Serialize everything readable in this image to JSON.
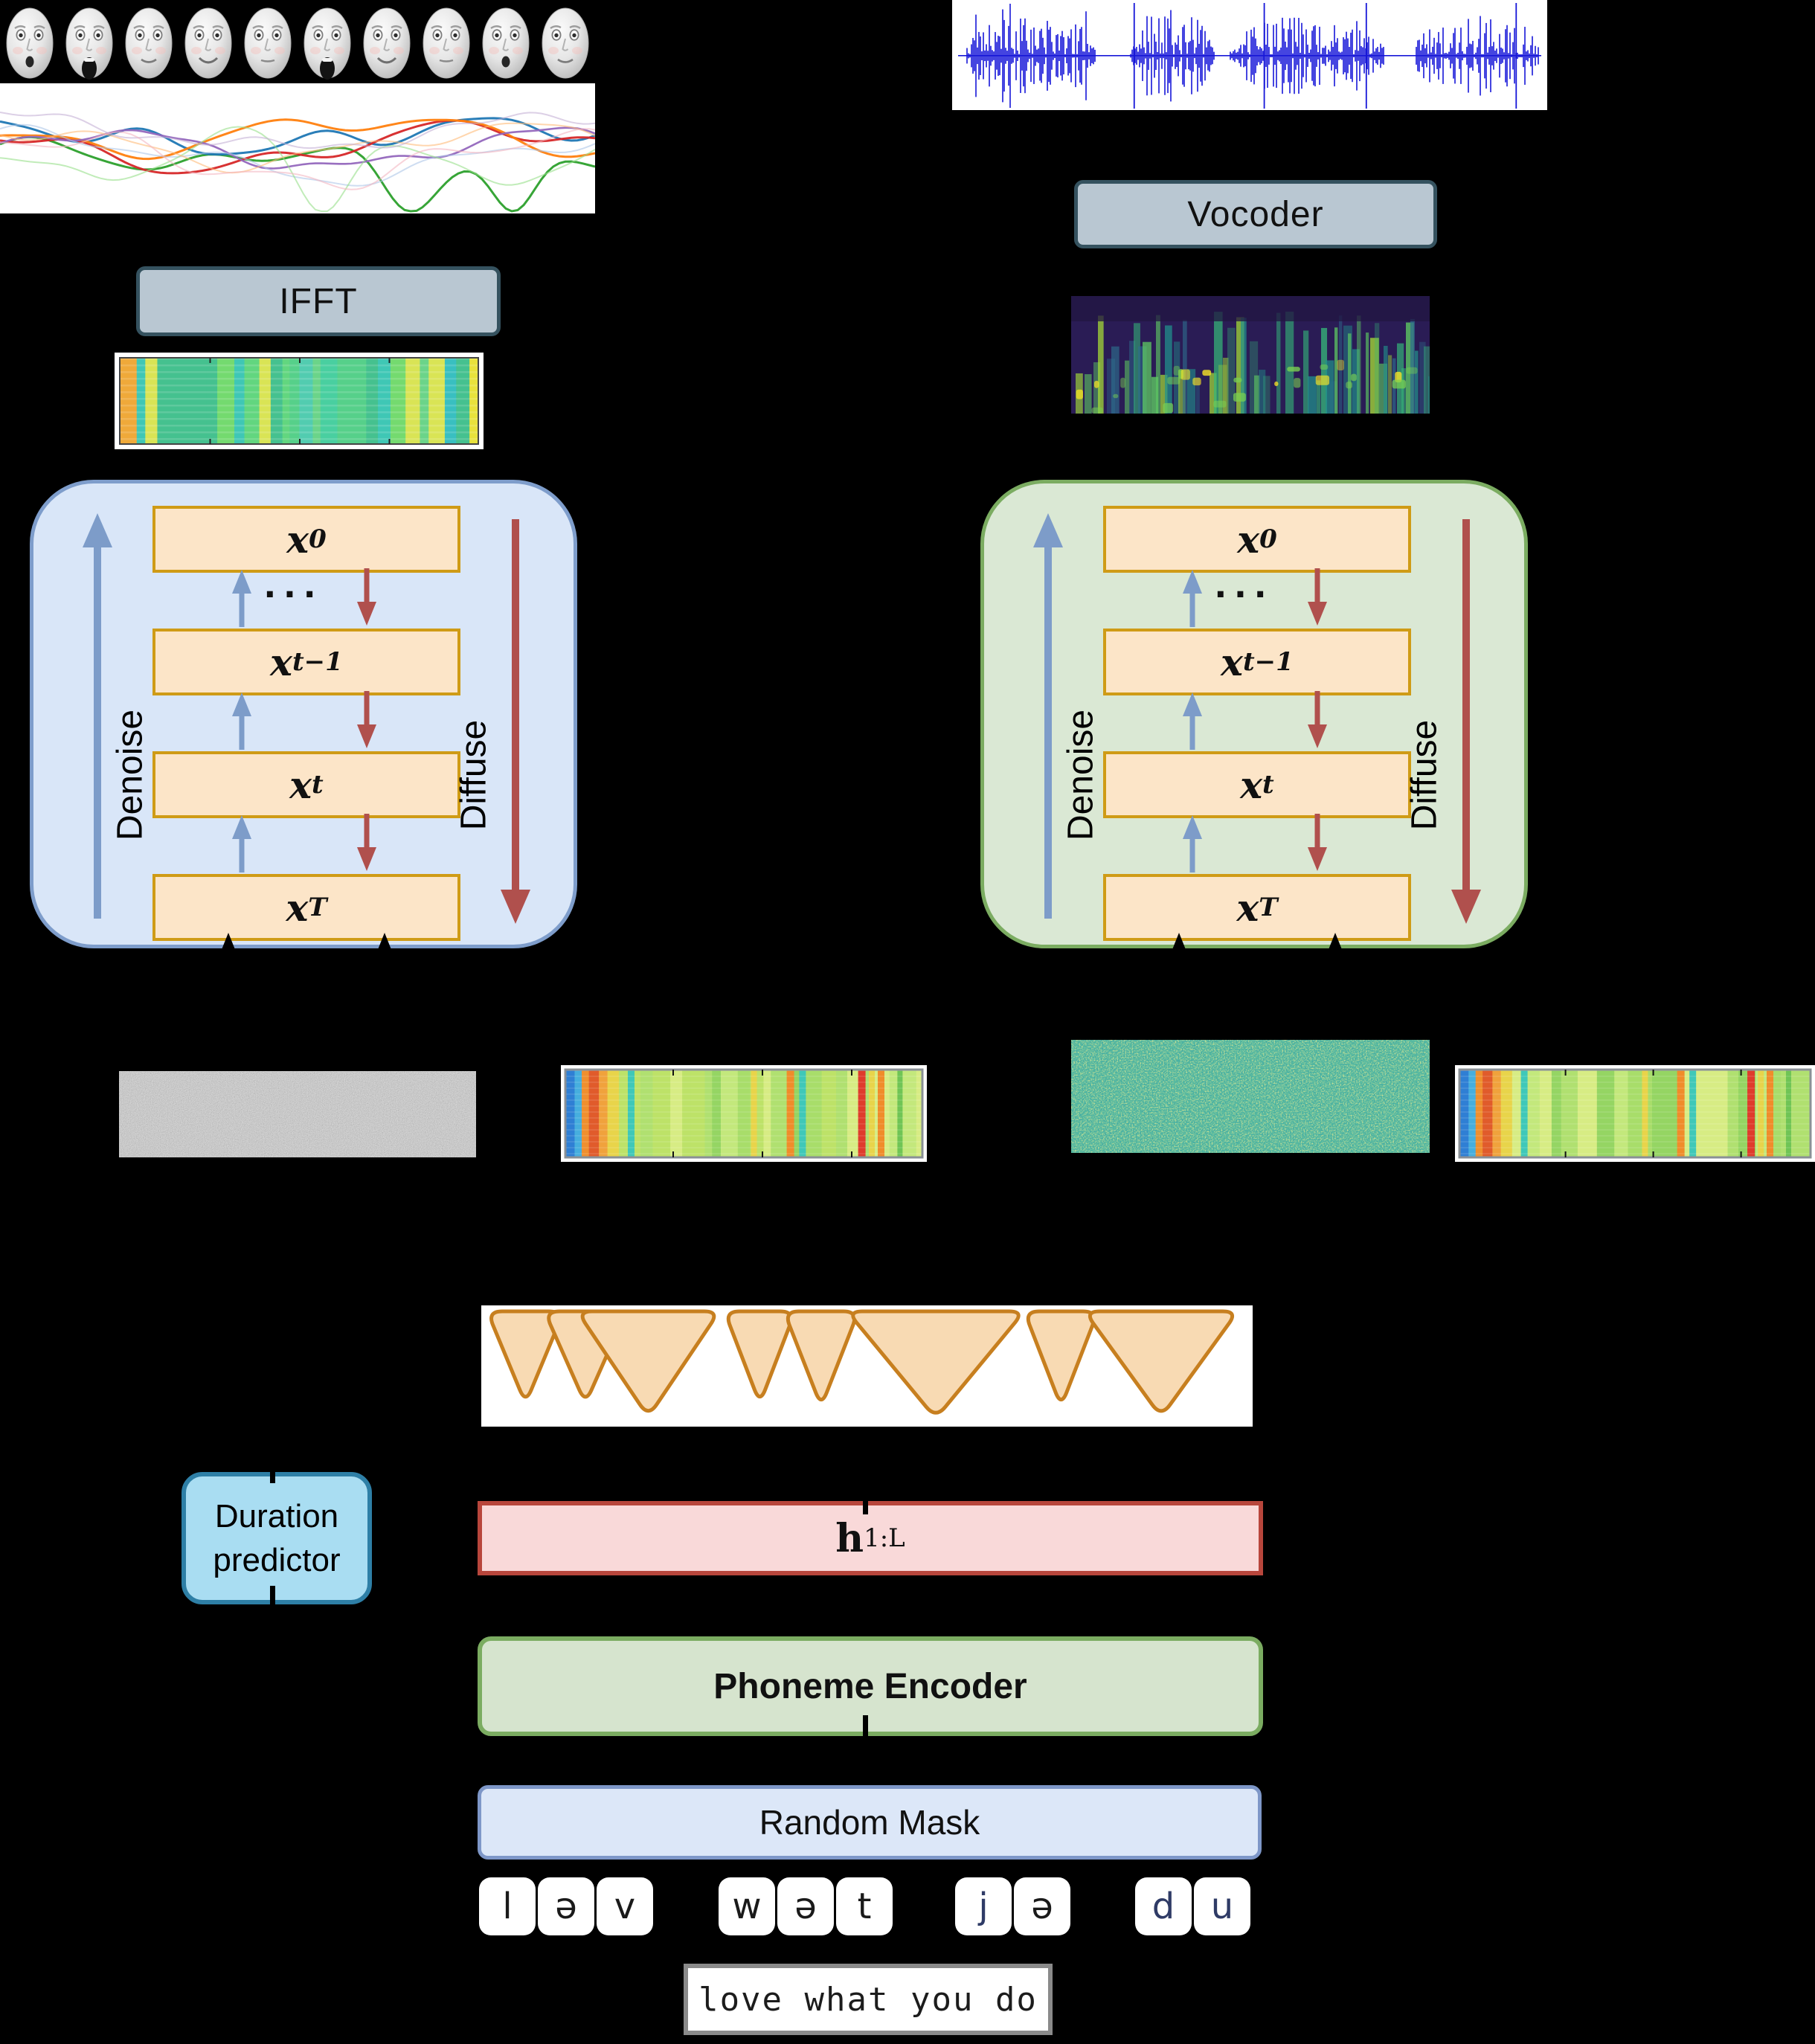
{
  "figure": {
    "type": "architecture-diagram",
    "description_visible_text_only": true
  },
  "left_branch": {
    "ifft_label": "IFFT"
  },
  "right_branch": {
    "vocoder_label": "Vocoder"
  },
  "diffusion": {
    "denoise_label": "Denoise",
    "diffuse_label": "Diffuse",
    "dots": "···",
    "states": [
      {
        "base": "x",
        "sub": "0"
      },
      {
        "base": "x",
        "sub": "t−1"
      },
      {
        "base": "x",
        "sub": "t"
      },
      {
        "base": "x",
        "sub": "T"
      }
    ]
  },
  "text_branch": {
    "duration_predictor": {
      "line1": "Duration",
      "line2": "predictor"
    },
    "hidden_sequence": {
      "base": "h",
      "sub": "1:L"
    },
    "phoneme_encoder_label": "Phoneme Encoder",
    "random_mask_label": "Random Mask",
    "phoneme_tokens": [
      {
        "ch": "l",
        "masked": false
      },
      {
        "ch": "ə",
        "masked": false
      },
      {
        "ch": "v",
        "masked": false
      },
      {
        "ch": "w",
        "masked": false
      },
      {
        "ch": "ə",
        "masked": false
      },
      {
        "ch": "t",
        "masked": false
      },
      {
        "ch": "j",
        "masked": true
      },
      {
        "ch": "ə",
        "masked": false
      },
      {
        "ch": "d",
        "masked": true
      },
      {
        "ch": "u",
        "masked": true
      }
    ],
    "sentence": "love what you do"
  },
  "colors": {
    "background": "#000000",
    "process_box_fill": "#b9c7d2",
    "process_box_border": "#35525f",
    "denoise_arrow_blue": "#7d9cc9",
    "diffuse_arrow_red": "#b0504d",
    "motion_block_fill": "#d9e6f8",
    "motion_block_border": "#7e9dcb",
    "audio_block_fill": "#dae8d4",
    "audio_block_border": "#7bac61",
    "state_box_fill": "#fce5c8",
    "state_box_border": "#cf9b16",
    "duration_fill": "#a9ddf2",
    "duration_border": "#2e7fa6",
    "hidden_fill": "#f9d9d9",
    "hidden_border": "#b8463c",
    "encoder_fill": "#d6e4ce",
    "encoder_border": "#7bac61",
    "mask_fill": "#dce7f8",
    "mask_border": "#7e97c8",
    "token_color": "#1a1a1a",
    "masked_token_color": "#2f3b66",
    "waveform_color": "#1616d8",
    "alignment_triangle_fill": "#f8dab3",
    "alignment_triangle_border": "#c77f1f"
  }
}
